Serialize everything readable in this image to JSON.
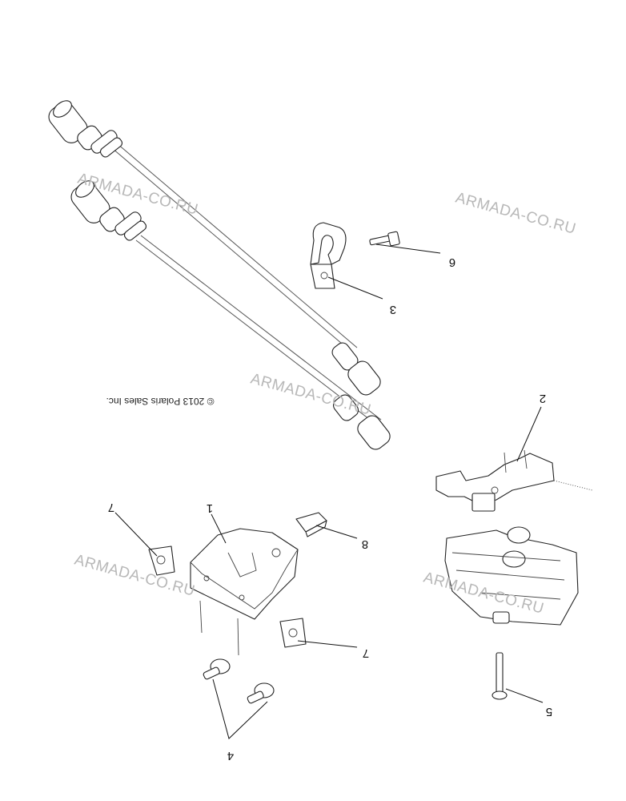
{
  "copyright": "© 2013 Polaris Sales Inc.",
  "watermarks": [
    "ARMADA-CO.RU",
    "ARMADA-CO.RU",
    "ARMADA-CO.RU",
    "ARMADA-CO.RU",
    "ARMADA-CO.RU"
  ],
  "callouts": {
    "c1": "1",
    "c2": "2",
    "c3": "3",
    "c4": "4",
    "c5": "5",
    "c6": "6",
    "c7a": "7",
    "c7b": "7",
    "c8": "8"
  },
  "colors": {
    "line": "#222222",
    "watermark": "#b8b8b8",
    "background": "#ffffff"
  }
}
